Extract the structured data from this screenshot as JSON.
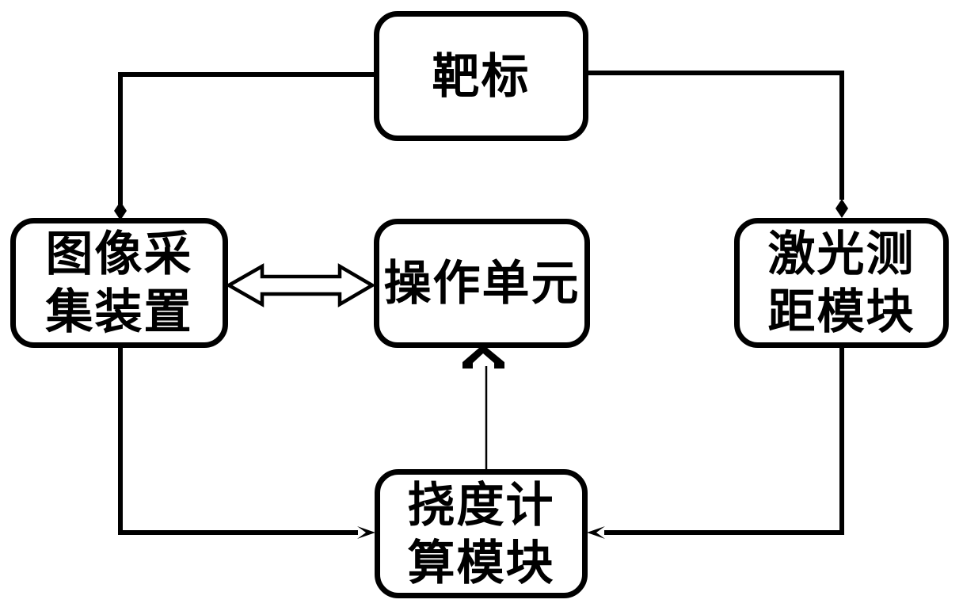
{
  "diagram": {
    "type": "block-diagram",
    "colors": {
      "stroke": "#000000",
      "background": "#ffffff",
      "text": "#000000"
    },
    "boxes": {
      "target": {
        "label": "靶标"
      },
      "image_capture": {
        "label": "图像采\n集装置"
      },
      "operation_unit": {
        "label": "操作单元"
      },
      "laser_ranging": {
        "label": "激光测\n距模块"
      },
      "deflection_calc": {
        "label": "挠度计\n算模块"
      }
    },
    "connections": [
      {
        "from": "target",
        "to": "image_capture",
        "style": "solid-line-diamond-arrow",
        "route": "left-then-down"
      },
      {
        "from": "target",
        "to": "laser_ranging",
        "style": "solid-line-diamond-arrow",
        "route": "right-then-down"
      },
      {
        "from": "image_capture",
        "to": "operation_unit",
        "style": "hollow-double-headed-arrow",
        "route": "horizontal"
      },
      {
        "from": "image_capture",
        "to": "deflection_calc",
        "style": "solid-line-diamond-arrow",
        "route": "down-then-right"
      },
      {
        "from": "laser_ranging",
        "to": "deflection_calc",
        "style": "solid-line-diamond-arrow",
        "route": "down-then-left"
      },
      {
        "from": "deflection_calc",
        "to": "operation_unit",
        "style": "thin-line-hollow-arrow",
        "route": "vertical-up"
      }
    ]
  }
}
